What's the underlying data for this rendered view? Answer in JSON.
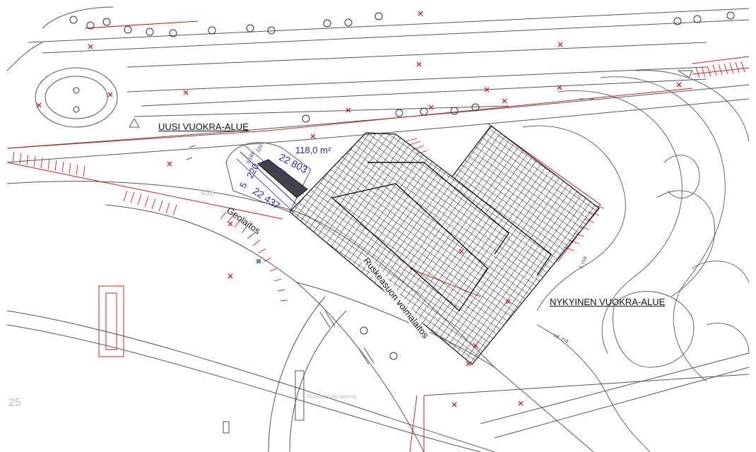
{
  "labels": {
    "new_lease_area": "UUSI VUOKRA-ALUE",
    "current_lease_area": "NYKYINEN VUOKRA-ALUE",
    "power_plant": "Ruskeasuon voimalaitos",
    "geolaitos": "Geolaitos",
    "area_value": "118,0 m²",
    "dim_22803": "22 803",
    "dim_22437": "22 437",
    "dim_220": "220",
    "dim_5": "5",
    "dim_small_1": "9.189",
    "dim_small_2": "15.090",
    "dim_small_3": "220",
    "parcel_436": "436",
    "sheet_25": "25",
    "lma": "L ma",
    "ykma": "YK ma",
    "street_faint": "Ruskeasuon asema"
  },
  "colors": {
    "linework": "#4a4a4a",
    "boundary_red": "#d22020",
    "dimension_blue": "#2a2aa8",
    "hatch": "#1a1a1a"
  },
  "icons": {
    "tree": "circle-dot",
    "marker": "red-x"
  }
}
